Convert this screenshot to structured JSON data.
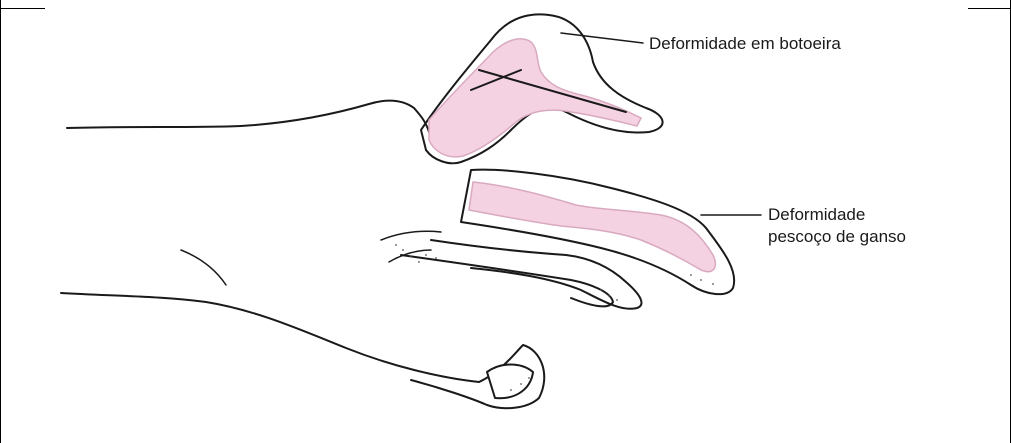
{
  "labels": {
    "boutonniere": "Deformidade em botoeira",
    "swan_neck_line1": "Deformidade",
    "swan_neck_line2": "pescoço de ganso"
  },
  "colors": {
    "outline": "#1a1a1a",
    "bone_fill": "#f4d2e2",
    "bone_stroke": "#d9a9c0",
    "skin": "#ffffff",
    "border": "#000000"
  }
}
